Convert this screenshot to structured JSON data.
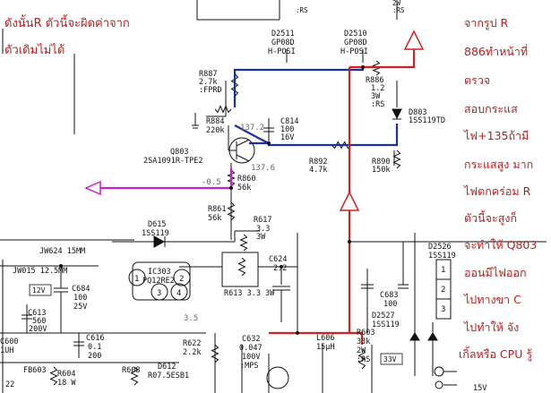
{
  "annotations": {
    "top_left": [
      "ดังนั้นR ตัวนี้จะผิดค่าจาก",
      "ตัวเดิมไม่ได้"
    ],
    "right": [
      "จากรูป R",
      "886ทำหน้าที่",
      "ตรวจ",
      "สอบกระแส",
      "ไฟ+135ถ้ามี",
      "กระแสสูง มาก",
      "ไฟตกคร่อม R",
      "ตัวนี้จะสูงก็",
      "จะทำให้ Q803",
      "ออนมีไฟออก",
      "ไปทางขา C",
      "ไปทำให้ จัง",
      "เกิ้ลหรือ CPU รู้"
    ]
  },
  "components": {
    "top_rs": ":RS",
    "top_w": "2W",
    "top_rs2": ":RS",
    "d2511": [
      "D2511",
      "GP08D",
      "H-POSI"
    ],
    "d2510": [
      "D2510",
      "GP08D",
      "H-POSI"
    ],
    "r887": [
      "R887",
      "2.7k",
      ":FPRD"
    ],
    "r886": [
      "R886",
      "1.2",
      "3W",
      ":RS"
    ],
    "r884": [
      "R884",
      "220k"
    ],
    "c814": [
      "C814",
      "100",
      "16V"
    ],
    "d803": [
      "D803",
      "1SS119TD"
    ],
    "q803": [
      "Q803",
      "2SA1091R-TPE2"
    ],
    "r892": [
      "R892",
      "4.7k"
    ],
    "r890": [
      "R890",
      "150k"
    ],
    "r860": [
      "R860",
      "56k"
    ],
    "r861": [
      "R861",
      "56k"
    ],
    "d615": [
      "D615",
      "1SS119"
    ],
    "r617": [
      "R617",
      "3.3",
      "3W"
    ],
    "jw624": "JW624 15MM",
    "jw015": "JW015 12.5MM",
    "ic303": [
      "IC303",
      "PQ12RE2"
    ],
    "c624": [
      "C624",
      "2.2"
    ],
    "c684": [
      "C684",
      "100",
      "25V"
    ],
    "r613": "R613  3.3 3W",
    "c683": [
      "C683",
      "100"
    ],
    "d2526": [
      "D2526",
      "1SS119"
    ],
    "d2527": [
      "D2527",
      "1SS119"
    ],
    "c613": [
      "C613",
      "560",
      "200V"
    ],
    "c616": [
      "C616",
      "0.1",
      "200"
    ],
    "c632": [
      "C632",
      "0.047",
      "100V",
      ":MPS"
    ],
    "r622": [
      "R622",
      "2.2k"
    ],
    "l606": [
      "L606",
      "15μH"
    ],
    "r603": [
      "R603",
      "33k",
      "2W",
      ":RS"
    ],
    "fb603": "FB603",
    "r604": "R604",
    "r608": "R608",
    "d612": [
      "D612",
      "R07.5ESB1"
    ],
    "partial": {
      "c600": "C600",
      "one_uh": "1UH",
      "w18": "18 W",
      "r22": "22"
    }
  },
  "voltages": {
    "v137_2": "137.2",
    "v137_6": "137.6",
    "v_neg05": "-0.5",
    "v12": "12V",
    "v35": "3.5",
    "v33": "33V",
    "v15": "15V"
  },
  "pins": [
    "1",
    "2",
    "3",
    "4",
    "1",
    "2",
    "3"
  ],
  "colors": {
    "red_trace": "#d42020",
    "blue_trace": "#1a2fa8",
    "magenta_trace": "#c81ecb",
    "annotation": "#c21a1a"
  }
}
